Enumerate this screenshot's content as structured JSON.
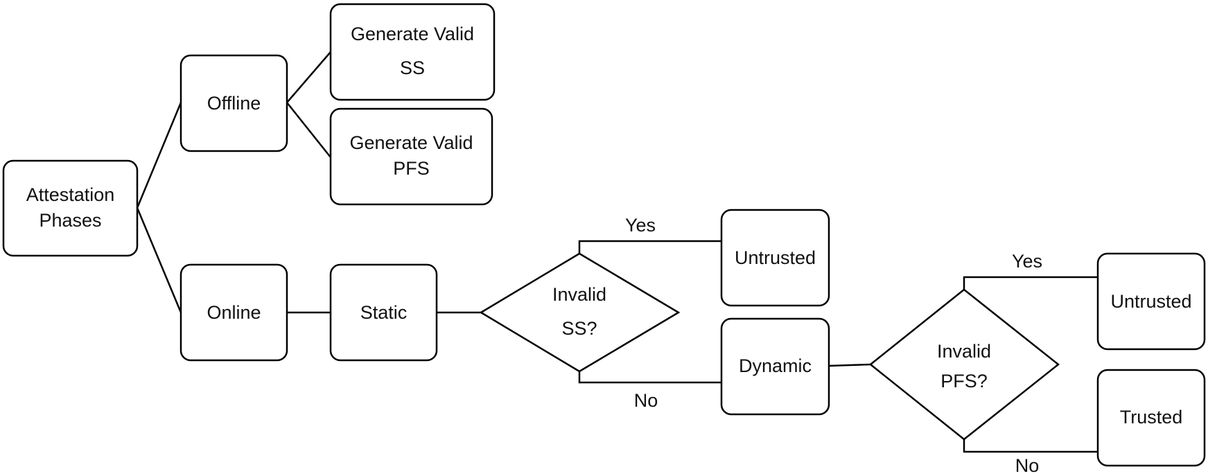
{
  "diagram": {
    "nodes": {
      "attestation": [
        "Attestation",
        "Phases"
      ],
      "offline": [
        "Offline"
      ],
      "gen_ss": [
        "Generate Valid",
        "SS"
      ],
      "gen_pfs": [
        "Generate Valid",
        "PFS"
      ],
      "online": [
        "Online"
      ],
      "static": [
        "Static"
      ],
      "invalid_ss": [
        "Invalid",
        "SS?"
      ],
      "untrusted_1": [
        "Untrusted"
      ],
      "dynamic": [
        "Dynamic"
      ],
      "invalid_pfs": [
        "Invalid",
        "PFS?"
      ],
      "untrusted_2": [
        "Untrusted"
      ],
      "trusted": [
        "Trusted"
      ]
    },
    "edge_labels": {
      "ss_yes": "Yes",
      "ss_no": "No",
      "pfs_yes": "Yes",
      "pfs_no": "No"
    }
  }
}
